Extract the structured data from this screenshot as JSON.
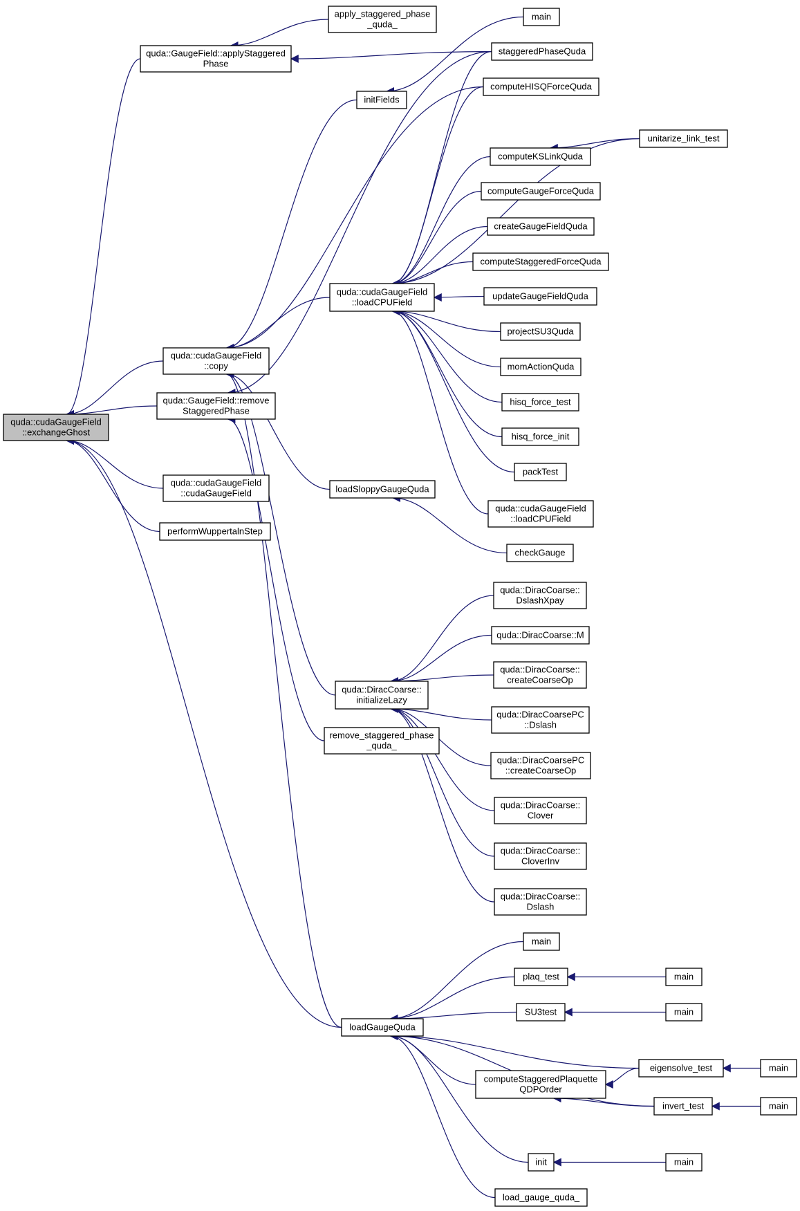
{
  "colors": {
    "edge": "#191970",
    "box_border": "#000000",
    "box_border_truncated": "#ff0000",
    "root_fill": "#bfbfbf",
    "box_fill": "#ffffff",
    "text": "#000000"
  },
  "nodes": [
    {
      "id": "root",
      "lines": [
        "quda::cudaGaugeField",
        "::exchangeGhost"
      ],
      "style": "root"
    },
    {
      "id": "applyStaggered",
      "lines": [
        "quda::GaugeField::applyStaggered",
        "Phase"
      ],
      "style": "normal"
    },
    {
      "id": "apply_sp",
      "lines": [
        "apply_staggered_phase",
        "_quda_"
      ],
      "style": "normal"
    },
    {
      "id": "main1",
      "lines": [
        "main"
      ],
      "style": "normal"
    },
    {
      "id": "staggeredPhaseQuda",
      "lines": [
        "staggeredPhaseQuda"
      ],
      "style": "normal"
    },
    {
      "id": "initFields",
      "lines": [
        "initFields"
      ],
      "style": "normal"
    },
    {
      "id": "computeHISQ",
      "lines": [
        "computeHISQForceQuda"
      ],
      "style": "normal"
    },
    {
      "id": "unitarize",
      "lines": [
        "unitarize_link_test"
      ],
      "style": "truncated"
    },
    {
      "id": "computeKSLink",
      "lines": [
        "computeKSLinkQuda"
      ],
      "style": "truncated"
    },
    {
      "id": "computeGaugeForce",
      "lines": [
        "computeGaugeForceQuda"
      ],
      "style": "truncated"
    },
    {
      "id": "createGaugeField",
      "lines": [
        "createGaugeFieldQuda"
      ],
      "style": "normal"
    },
    {
      "id": "computeStagForce",
      "lines": [
        "computeStaggeredForceQuda"
      ],
      "style": "truncated"
    },
    {
      "id": "loadCPU",
      "lines": [
        "quda::cudaGaugeField",
        "::loadCPUField"
      ],
      "style": "normal"
    },
    {
      "id": "updateGauge",
      "lines": [
        "updateGaugeFieldQuda"
      ],
      "style": "truncated"
    },
    {
      "id": "projectSU3",
      "lines": [
        "projectSU3Quda"
      ],
      "style": "normal"
    },
    {
      "id": "momAction",
      "lines": [
        "momActionQuda"
      ],
      "style": "truncated"
    },
    {
      "id": "cgfCopy",
      "lines": [
        "quda::cudaGaugeField",
        "::copy"
      ],
      "style": "normal"
    },
    {
      "id": "hisqTest",
      "lines": [
        "hisq_force_test"
      ],
      "style": "truncated"
    },
    {
      "id": "removeSP",
      "lines": [
        "quda::GaugeField::remove",
        "StaggeredPhase"
      ],
      "style": "normal"
    },
    {
      "id": "hisqInit",
      "lines": [
        "hisq_force_init"
      ],
      "style": "truncated"
    },
    {
      "id": "packTest",
      "lines": [
        "packTest"
      ],
      "style": "truncated"
    },
    {
      "id": "cgfCtor",
      "lines": [
        "quda::cudaGaugeField",
        "::cudaGaugeField"
      ],
      "style": "normal"
    },
    {
      "id": "loadSloppy",
      "lines": [
        "loadSloppyGaugeQuda"
      ],
      "style": "normal"
    },
    {
      "id": "loadCPU2",
      "lines": [
        "quda::cudaGaugeField",
        "::loadCPUField"
      ],
      "style": "normal"
    },
    {
      "id": "wuppertal",
      "lines": [
        "performWuppertalnStep"
      ],
      "style": "normal"
    },
    {
      "id": "checkGauge",
      "lines": [
        "checkGauge"
      ],
      "style": "truncated"
    },
    {
      "id": "dslashXpay",
      "lines": [
        "quda::DiracCoarse::",
        "DslashXpay"
      ],
      "style": "normal"
    },
    {
      "id": "dcM",
      "lines": [
        "quda::DiracCoarse::M"
      ],
      "style": "truncated"
    },
    {
      "id": "dcCreate",
      "lines": [
        "quda::DiracCoarse::",
        "createCoarseOp"
      ],
      "style": "normal"
    },
    {
      "id": "initLazy",
      "lines": [
        "quda::DiracCoarse::",
        "initializeLazy"
      ],
      "style": "normal"
    },
    {
      "id": "dcpcDslash",
      "lines": [
        "quda::DiracCoarsePC",
        "::Dslash"
      ],
      "style": "truncated"
    },
    {
      "id": "removeSPq",
      "lines": [
        "remove_staggered_phase",
        "_quda_"
      ],
      "style": "normal"
    },
    {
      "id": "dcpcCreate",
      "lines": [
        "quda::DiracCoarsePC",
        "::createCoarseOp"
      ],
      "style": "normal"
    },
    {
      "id": "dcClover",
      "lines": [
        "quda::DiracCoarse::",
        "Clover"
      ],
      "style": "truncated"
    },
    {
      "id": "dcCloverInv",
      "lines": [
        "quda::DiracCoarse::",
        "CloverInv"
      ],
      "style": "truncated"
    },
    {
      "id": "dcDslash",
      "lines": [
        "quda::DiracCoarse::",
        "Dslash"
      ],
      "style": "truncated"
    },
    {
      "id": "main2",
      "lines": [
        "main"
      ],
      "style": "normal"
    },
    {
      "id": "plaq",
      "lines": [
        "plaq_test"
      ],
      "style": "normal"
    },
    {
      "id": "main3",
      "lines": [
        "main"
      ],
      "style": "normal"
    },
    {
      "id": "su3test",
      "lines": [
        "SU3test"
      ],
      "style": "normal"
    },
    {
      "id": "main4",
      "lines": [
        "main"
      ],
      "style": "normal"
    },
    {
      "id": "loadGauge",
      "lines": [
        "loadGaugeQuda"
      ],
      "style": "normal"
    },
    {
      "id": "eigensolve",
      "lines": [
        "eigensolve_test"
      ],
      "style": "normal"
    },
    {
      "id": "main5",
      "lines": [
        "main"
      ],
      "style": "normal"
    },
    {
      "id": "csPlaq",
      "lines": [
        "computeStaggeredPlaquette",
        "QDPOrder"
      ],
      "style": "normal"
    },
    {
      "id": "invert",
      "lines": [
        "invert_test"
      ],
      "style": "normal"
    },
    {
      "id": "main6",
      "lines": [
        "main"
      ],
      "style": "normal"
    },
    {
      "id": "init",
      "lines": [
        "init"
      ],
      "style": "normal"
    },
    {
      "id": "main7",
      "lines": [
        "main"
      ],
      "style": "normal"
    },
    {
      "id": "loadGaugeQ",
      "lines": [
        "load_gauge_quda_"
      ],
      "style": "normal"
    }
  ],
  "edges": [
    {
      "from": "applyStaggered",
      "to": "root"
    },
    {
      "from": "cgfCopy",
      "to": "root"
    },
    {
      "from": "removeSP",
      "to": "root"
    },
    {
      "from": "cgfCtor",
      "to": "root"
    },
    {
      "from": "wuppertal",
      "to": "root"
    },
    {
      "from": "loadGauge",
      "to": "root"
    },
    {
      "from": "apply_sp",
      "to": "applyStaggered"
    },
    {
      "from": "staggeredPhaseQuda",
      "to": "applyStaggered"
    },
    {
      "from": "main1",
      "to": "initFields"
    },
    {
      "from": "initFields",
      "to": "cgfCopy"
    },
    {
      "from": "computeHISQ",
      "to": "cgfCopy"
    },
    {
      "from": "loadCPU",
      "to": "cgfCopy"
    },
    {
      "from": "staggeredPhaseQuda",
      "to": "removeSP"
    },
    {
      "from": "removeSPq",
      "to": "removeSP"
    },
    {
      "from": "loadSloppy",
      "to": "cgfCopy"
    },
    {
      "from": "initLazy",
      "to": "cgfCopy"
    },
    {
      "from": "loadGauge",
      "to": "cgfCopy"
    },
    {
      "from": "staggeredPhaseQuda",
      "to": "loadCPU"
    },
    {
      "from": "computeHISQ",
      "to": "loadCPU"
    },
    {
      "from": "unitarize",
      "to": "loadCPU"
    },
    {
      "from": "computeKSLink",
      "to": "loadCPU"
    },
    {
      "from": "computeGaugeForce",
      "to": "loadCPU"
    },
    {
      "from": "createGaugeField",
      "to": "loadCPU"
    },
    {
      "from": "computeStagForce",
      "to": "loadCPU"
    },
    {
      "from": "updateGauge",
      "to": "loadCPU"
    },
    {
      "from": "projectSU3",
      "to": "loadCPU"
    },
    {
      "from": "momAction",
      "to": "loadCPU"
    },
    {
      "from": "hisqTest",
      "to": "loadCPU"
    },
    {
      "from": "hisqInit",
      "to": "loadCPU"
    },
    {
      "from": "packTest",
      "to": "loadCPU"
    },
    {
      "from": "loadCPU2",
      "to": "loadCPU"
    },
    {
      "from": "unitarize",
      "to": "computeKSLink"
    },
    {
      "from": "checkGauge",
      "to": "loadSloppy"
    },
    {
      "from": "dslashXpay",
      "to": "initLazy"
    },
    {
      "from": "dcM",
      "to": "initLazy"
    },
    {
      "from": "dcCreate",
      "to": "initLazy"
    },
    {
      "from": "dcpcDslash",
      "to": "initLazy"
    },
    {
      "from": "dcpcCreate",
      "to": "initLazy"
    },
    {
      "from": "dcClover",
      "to": "initLazy"
    },
    {
      "from": "dcCloverInv",
      "to": "initLazy"
    },
    {
      "from": "dcDslash",
      "to": "initLazy"
    },
    {
      "from": "main2",
      "to": "loadGauge"
    },
    {
      "from": "plaq",
      "to": "loadGauge"
    },
    {
      "from": "su3test",
      "to": "loadGauge"
    },
    {
      "from": "eigensolve",
      "to": "loadGauge"
    },
    {
      "from": "csPlaq",
      "to": "loadGauge"
    },
    {
      "from": "invert",
      "to": "loadGauge"
    },
    {
      "from": "init",
      "to": "loadGauge"
    },
    {
      "from": "loadGaugeQ",
      "to": "loadGauge"
    },
    {
      "from": "main3",
      "to": "plaq"
    },
    {
      "from": "main4",
      "to": "su3test"
    },
    {
      "from": "eigensolve",
      "to": "csPlaq"
    },
    {
      "from": "invert",
      "to": "csPlaq"
    },
    {
      "from": "main5",
      "to": "eigensolve"
    },
    {
      "from": "main6",
      "to": "invert"
    },
    {
      "from": "main7",
      "to": "init"
    }
  ]
}
